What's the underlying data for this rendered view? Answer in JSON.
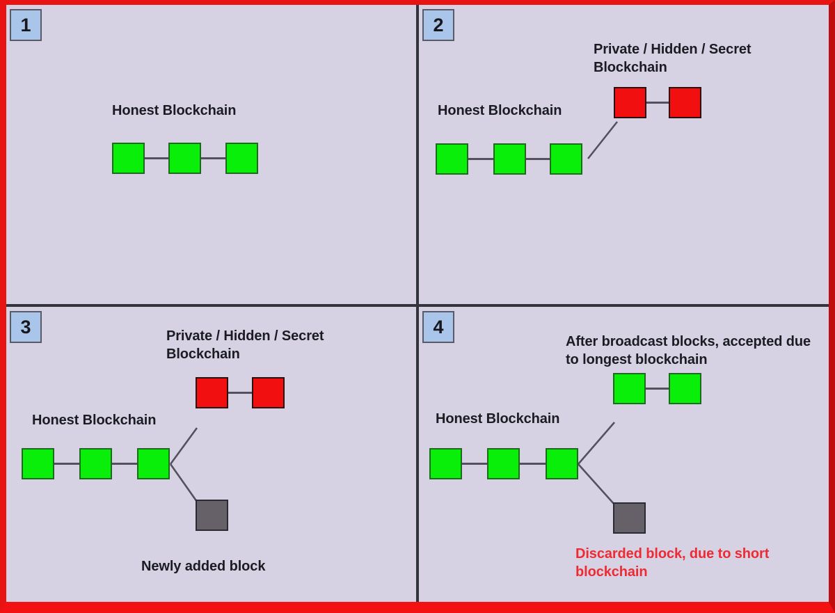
{
  "figure": {
    "title": "Blockchain 51% attack / selfish mining four-step illustration",
    "frame_color": "#e81414",
    "background_color": "#d6d2e4",
    "divider_color": "#34343f"
  },
  "colors": {
    "green_block_fill": "#09ef09",
    "green_block_border": "#1e6b1e",
    "red_block_fill": "#f20f10",
    "red_block_border": "#2b1012",
    "gray_block_fill": "#666069",
    "gray_block_border": "#2a2a32",
    "badge_fill": "#a9c6ea",
    "badge_border": "#5a5a66",
    "link_color": "#55505e",
    "text_color": "#1b1b22",
    "warning_text_color": "#ee2b33"
  },
  "panels": [
    {
      "number": "1",
      "labels": {
        "honest": "Honest Blockchain"
      },
      "blocks": {
        "honest_count": 3,
        "honest_color": "green"
      }
    },
    {
      "number": "2",
      "labels": {
        "honest": "Honest Blockchain",
        "secret": "Private / Hidden / Secret Blockchain"
      },
      "blocks": {
        "honest_count": 3,
        "honest_color": "green",
        "secret_count": 2,
        "secret_color": "red"
      }
    },
    {
      "number": "3",
      "labels": {
        "honest": "Honest Blockchain",
        "secret": "Private / Hidden / Secret Blockchain",
        "newly_added": "Newly added block"
      },
      "blocks": {
        "honest_count": 3,
        "honest_color": "green",
        "secret_count": 2,
        "secret_color": "red",
        "newly_added_count": 1,
        "newly_added_color": "gray"
      }
    },
    {
      "number": "4",
      "labels": {
        "honest": "Honest Blockchain",
        "accepted": "After broadcast blocks, accepted due to longest blockchain",
        "discarded": "Discarded block, due to short blockchain"
      },
      "blocks": {
        "honest_count": 3,
        "honest_color": "green",
        "accepted_count": 2,
        "accepted_color": "green",
        "discarded_count": 1,
        "discarded_color": "gray"
      }
    }
  ]
}
